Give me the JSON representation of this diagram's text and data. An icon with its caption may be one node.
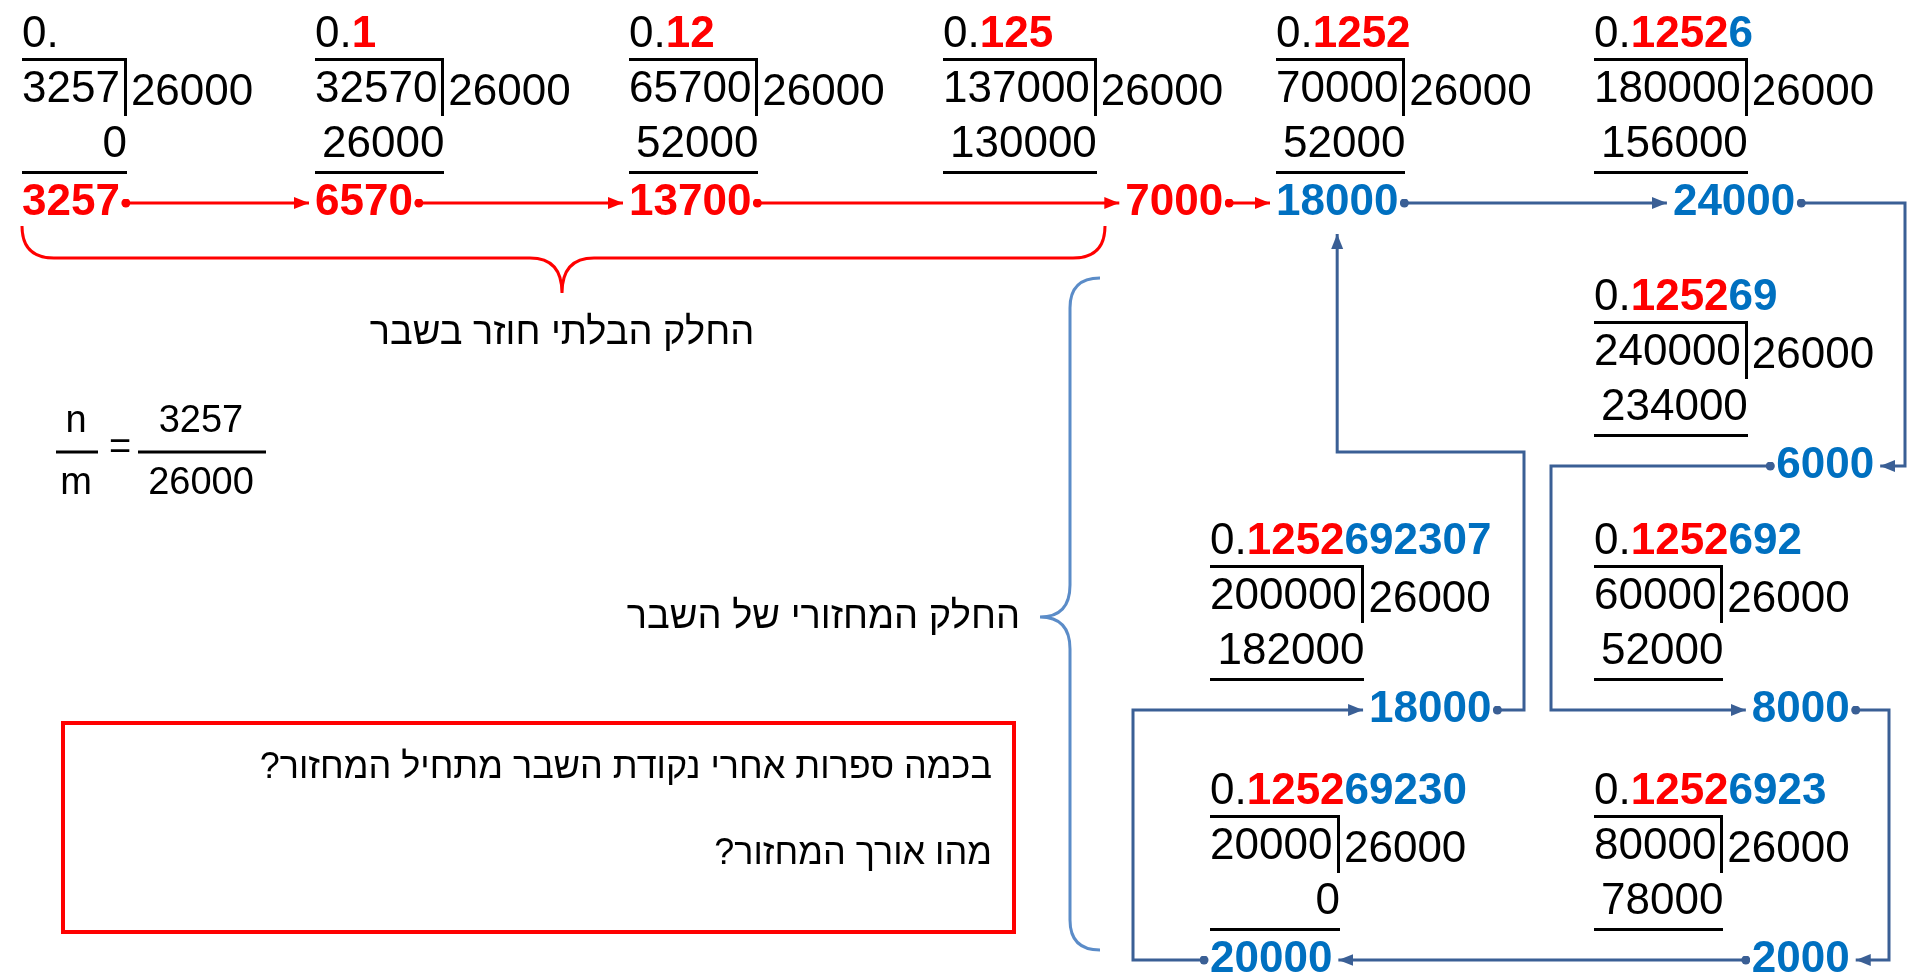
{
  "diagram": {
    "nodes": [
      {
        "text": [
          "0.",
          "3257",
          "26000",
          "0"
        ]
      },
      {
        "text": [
          "3257"
        ],
        "in": 0
      },
      {
        "text": [
          "0.1",
          "32570",
          "26000",
          "26000"
        ]
      },
      {
        "text": [
          "6570"
        ],
        "in": 2
      },
      {
        "text": [
          "0.12",
          "65700",
          "26000",
          "52000"
        ]
      },
      {
        "text": [
          "13700"
        ],
        "in": 4
      },
      {
        "text": [
          "0.125",
          "137000",
          "26000",
          "130000"
        ]
      },
      {
        "text": [
          "7000"
        ],
        "in": 6
      },
      {
        "text": [
          "0.1252",
          "70000",
          "26000",
          "52000"
        ]
      },
      {
        "text": [
          "18000"
        ],
        "in": 8
      },
      {
        "text": [
          "0.12526",
          "180000",
          "26000",
          "156000"
        ]
      },
      {
        "text": [
          "24000"
        ],
        "in": 10
      },
      {
        "text": [
          "0.125269",
          "240000",
          "26000",
          "234000"
        ]
      },
      {
        "text": [
          "6000"
        ],
        "in": 12
      },
      {
        "text": [
          "0.1252692",
          "60000",
          "26000",
          "52000"
        ]
      },
      {
        "text": [
          "8000"
        ],
        "in": 14
      },
      {
        "text": [
          "0.12526923",
          "80000",
          "26000",
          "78000"
        ]
      },
      {
        "text": [
          "2000"
        ],
        "in": 16
      },
      {
        "text": [
          "0.125269230",
          "20000",
          "26000",
          "0"
        ]
      },
      {
        "text": [
          "20000"
        ],
        "in": 18
      },
      {
        "text": [
          "0.1252692307",
          "200000",
          "26000",
          "182000"
        ]
      },
      {
        "text": [
          "18000"
        ],
        "in": 20
      },
      {
        "text": [
          "בכמה ספרות אחרי נקודת השבר מתחיל המחזור?",
          "מהו אורך המחזור?"
        ]
      }
    ],
    "edges": [
      {
        "from": 1,
        "to": 3,
        "arrow": "to",
        "color": "#ff0000"
      },
      {
        "from": 3,
        "to": 5,
        "arrow": "to",
        "color": "#ff0000"
      },
      {
        "from": 5,
        "to": 7,
        "arrow": "to",
        "color": "#ff0000"
      },
      {
        "from": 7,
        "to": 9,
        "arrow": "to",
        "color": "#ff0000"
      },
      {
        "from": 9,
        "to": 11,
        "arrow": "to"
      },
      {
        "from": 11,
        "to": 13,
        "arrow": "to"
      },
      {
        "from": 13,
        "to": 15,
        "arrow": "to"
      },
      {
        "from": 15,
        "to": 17,
        "arrow": "to"
      },
      {
        "from": 17,
        "to": 19,
        "arrow": "to"
      },
      {
        "from": 19,
        "to": 21,
        "arrow": "to"
      },
      {
        "from": 21,
        "to": 9,
        "arrow": "to"
      }
    ],
    "labels": [
      "החלק הבלתי חוזר בשבר",
      "n",
      "=",
      "3257",
      "m",
      "26000",
      "החלק המחזורי של השבר"
    ]
  }
}
